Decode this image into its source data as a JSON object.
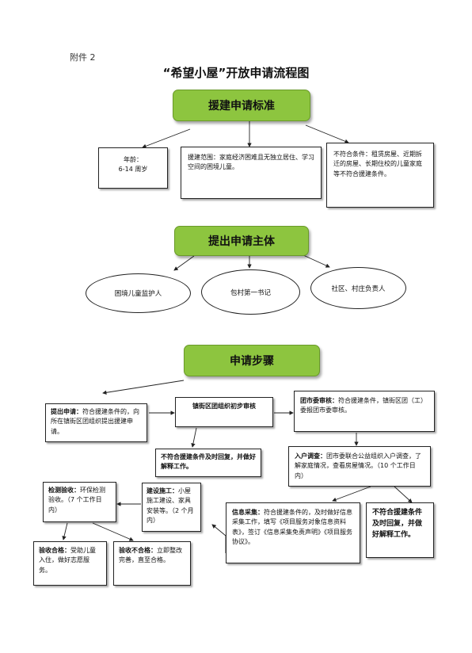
{
  "header": {
    "attachment": "附件 2",
    "title": "“希望小屋”开放申请流程图"
  },
  "section1": {
    "heading": "援建申请标准",
    "age": "年龄：\n6-14 周岁",
    "scope": "援建范围：家庭经济困难且无独立居住、学习空间的困境儿童。",
    "excluded": "不符合条件：租赁房屋、近期拆迁的房屋、长期住校的儿童家庭等不符合援建条件。"
  },
  "section2": {
    "heading": "提出申请主体",
    "guardian": "困境儿童监护人",
    "secretary": "包村第一书记",
    "community": "社区、村庄负责人"
  },
  "section3": {
    "heading": "申请步骤",
    "apply_label": "提出申请：",
    "apply_text": "符合援建条件的，向所在镇街区团组织提出援建申请。",
    "review": "镇街区团组织初步审核",
    "city_review_label": "团市委审核：",
    "city_review_text": "符合援建条件，镇街区团（工）委报团市委审核。",
    "reject1": "不符合援建条件及时回复，并做好解释工作。",
    "survey_label": "入户调查：",
    "survey_text": "团市委联合公益组织入户调查，了解家庭情况，查看房屋情况。（10 个工作日内）",
    "collect_label": "信息采集：",
    "collect_text": "符合援建条件的，及时做好信息采集工作，填写《项目服务对象信息资料表》，签订《信息采集免责声明》《项目服务协议》。",
    "reject2": "不符合援建条件及时回复，并做好解释工作。",
    "construct_label": "建设施工：",
    "construct_text": "小屋施工建设、家具安装等。（2 个月内）",
    "inspect_label": "检测验收：",
    "inspect_text": "环保检测验收。（7 个工作日内）",
    "pass_label": "验收合格：",
    "pass_text": "受助儿童入住，做好志愿服务。",
    "fail_label": "验收不合格：",
    "fail_text": "立即整改完善，直至合格。"
  }
}
